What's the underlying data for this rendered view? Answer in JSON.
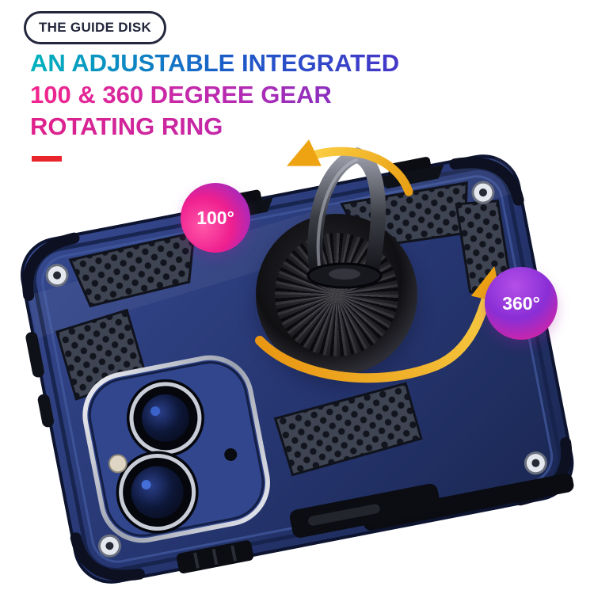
{
  "page": {
    "background_color": "#ffffff"
  },
  "top_badge": {
    "label": "THE GUIDE DISK",
    "border_color": "#23273c",
    "text_color": "#23273c"
  },
  "headline": {
    "lines": [
      "AN ADJUSTABLE INTEGRATED",
      "100 & 360 DEGREE GEAR",
      "ROTATING RING"
    ],
    "gradient_colors": [
      "#00b3bd",
      "#1c5ac8",
      "#f4258c",
      "#8a2fd0"
    ]
  },
  "accent_dash_color": "#e8252d",
  "angle_callouts": {
    "small": {
      "label": "100°",
      "gradient": [
        "#ff57a8",
        "#ef1f8f",
        "#7b2fd6"
      ]
    },
    "large": {
      "label": "360°",
      "gradient": [
        "#b44fe8",
        "#8a2fd6",
        "#ef1f8f"
      ]
    }
  },
  "product": {
    "description": "navy armor phone case with 360-degree rotating ring kickstand",
    "case_color": "#273773",
    "ring_color": "#141416",
    "arrow_color": "#f2b01f"
  }
}
